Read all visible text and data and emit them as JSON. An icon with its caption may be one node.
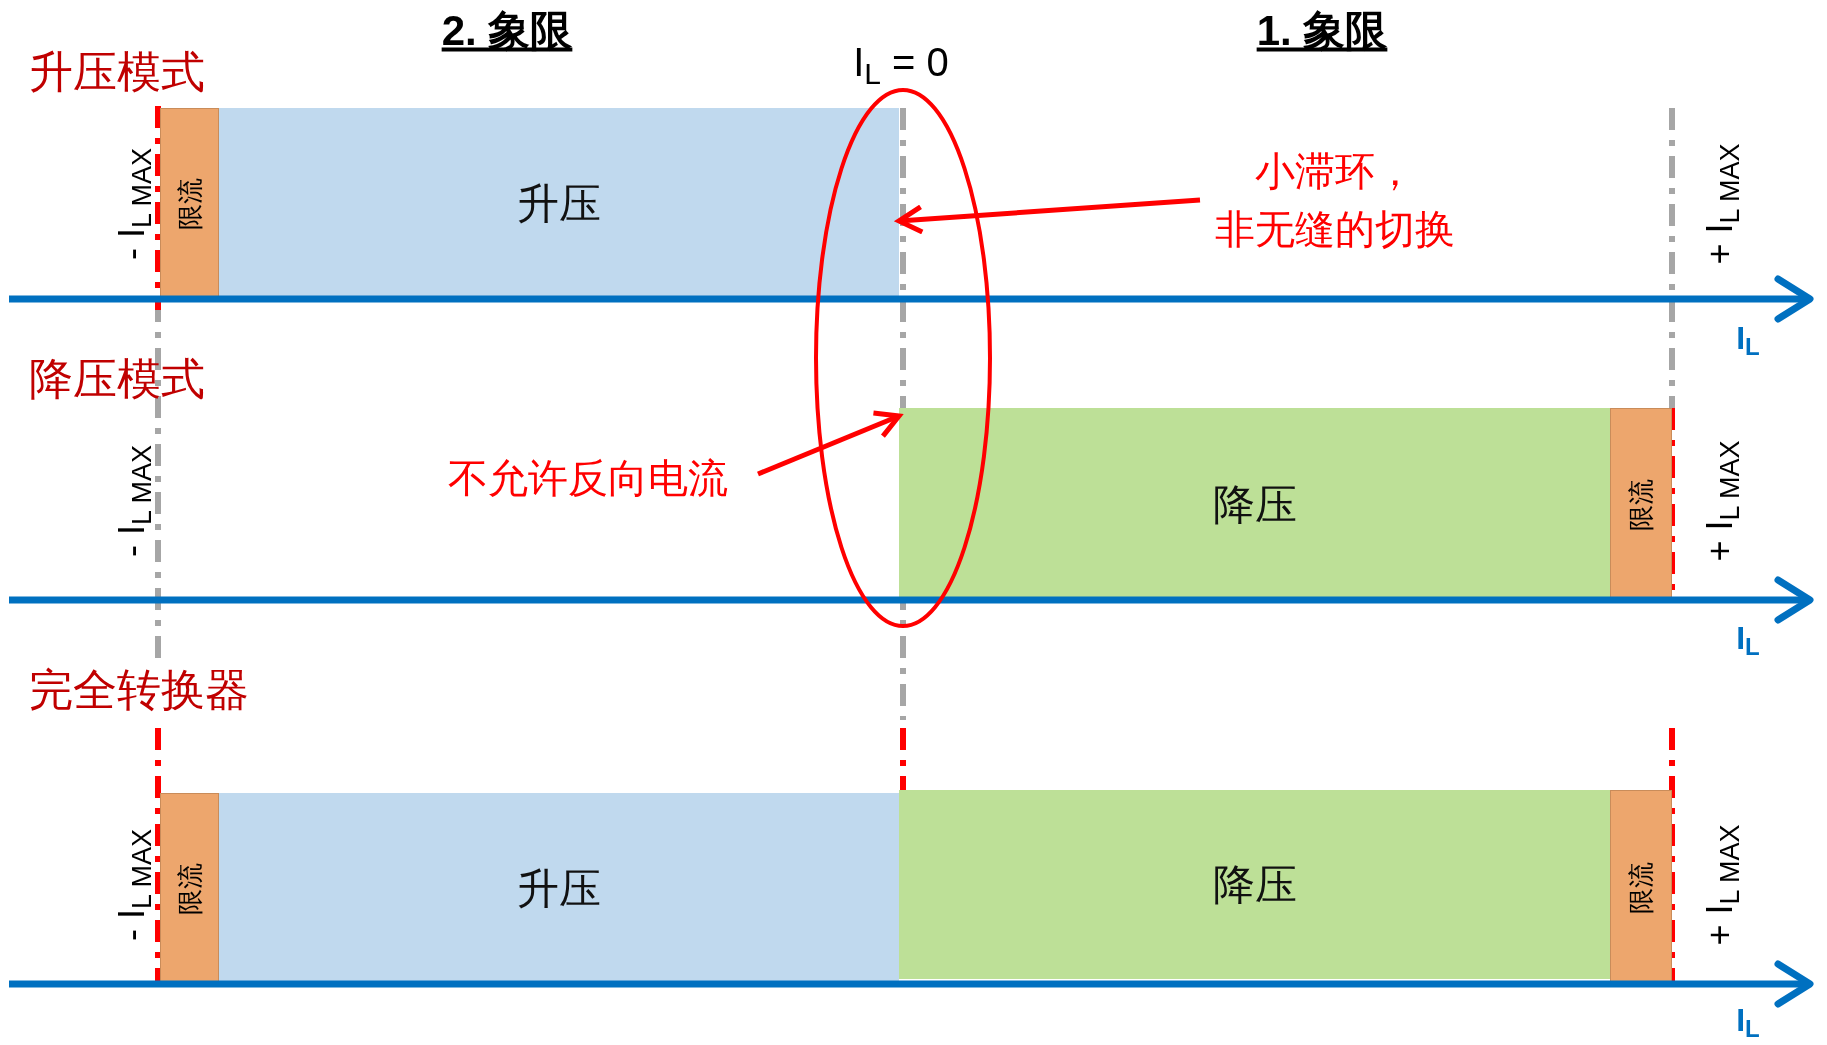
{
  "diagram": {
    "nodes": [
      {
        "text": [
          "限流"
        ]
      },
      {
        "text": [
          "升压"
        ]
      },
      {
        "text": [
          "小滞环，",
          "非无缝的切换"
        ]
      },
      {
        "text": [
          "不允许反向电流"
        ]
      },
      {
        "text": [
          "降压"
        ]
      },
      {
        "text": [
          "限流"
        ]
      },
      {
        "text": [
          "限流"
        ]
      },
      {
        "text": [
          "升压"
        ]
      },
      {
        "text": [
          "降压"
        ]
      },
      {
        "text": [
          "限流"
        ]
      }
    ],
    "edges": [
      {
        "from": 2,
        "to": 1,
        "arrow": "to"
      },
      {
        "from": 3,
        "to": 4,
        "arrow": "to"
      }
    ],
    "labels": [
      "2. 象限",
      "1. 象限",
      "升压模式",
      "I$_{L}$ = 0",
      "- I$_{L MAX}$",
      "+ I$_{L MAX}$",
      "I$_{L}$",
      "降压模式",
      "- I$_{L MAX}$",
      "+ I$_{L MAX}$",
      "I$_{L}$",
      "完全转换器",
      "- I$_{L MAX}$",
      "+ I$_{L MAX}$",
      "I$_{L}$"
    ]
  }
}
